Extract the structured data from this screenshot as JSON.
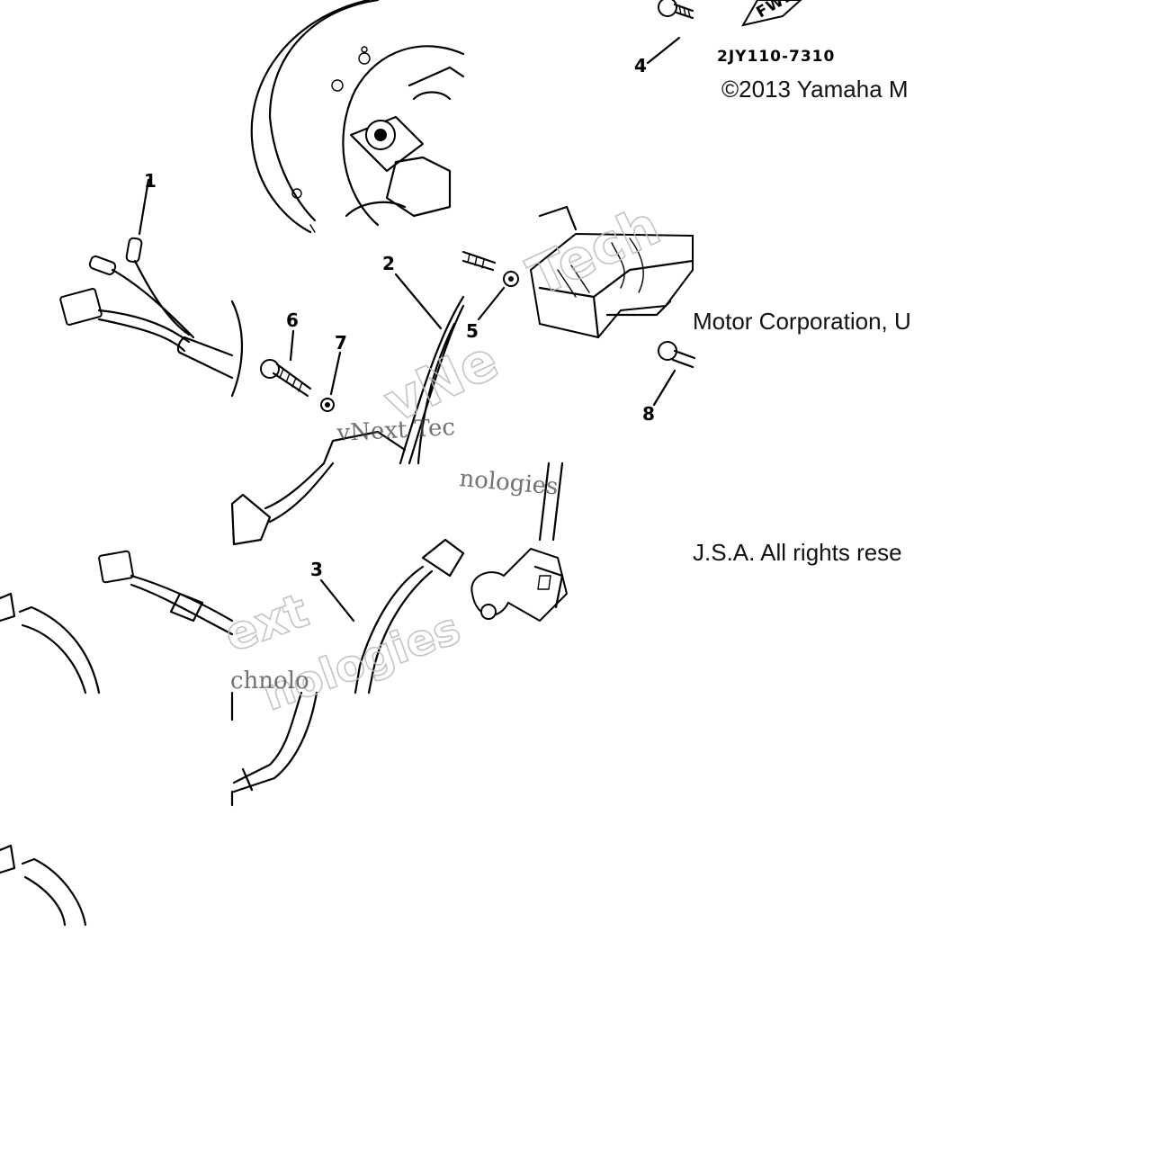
{
  "diagram": {
    "part_code": "2JY110-7310",
    "fwd_label": "FWD",
    "callouts": [
      "1",
      "2",
      "3",
      "4",
      "5",
      "6",
      "7",
      "8"
    ],
    "copyright_fragments": [
      "©2013 Yamaha M",
      "Motor Corporation, U",
      "J.S.A. All rights rese"
    ],
    "watermark_fragments": [
      "vNe",
      "Tech",
      "vNext Tec",
      "nologies",
      "ext",
      "nologies",
      "chnolo"
    ]
  }
}
